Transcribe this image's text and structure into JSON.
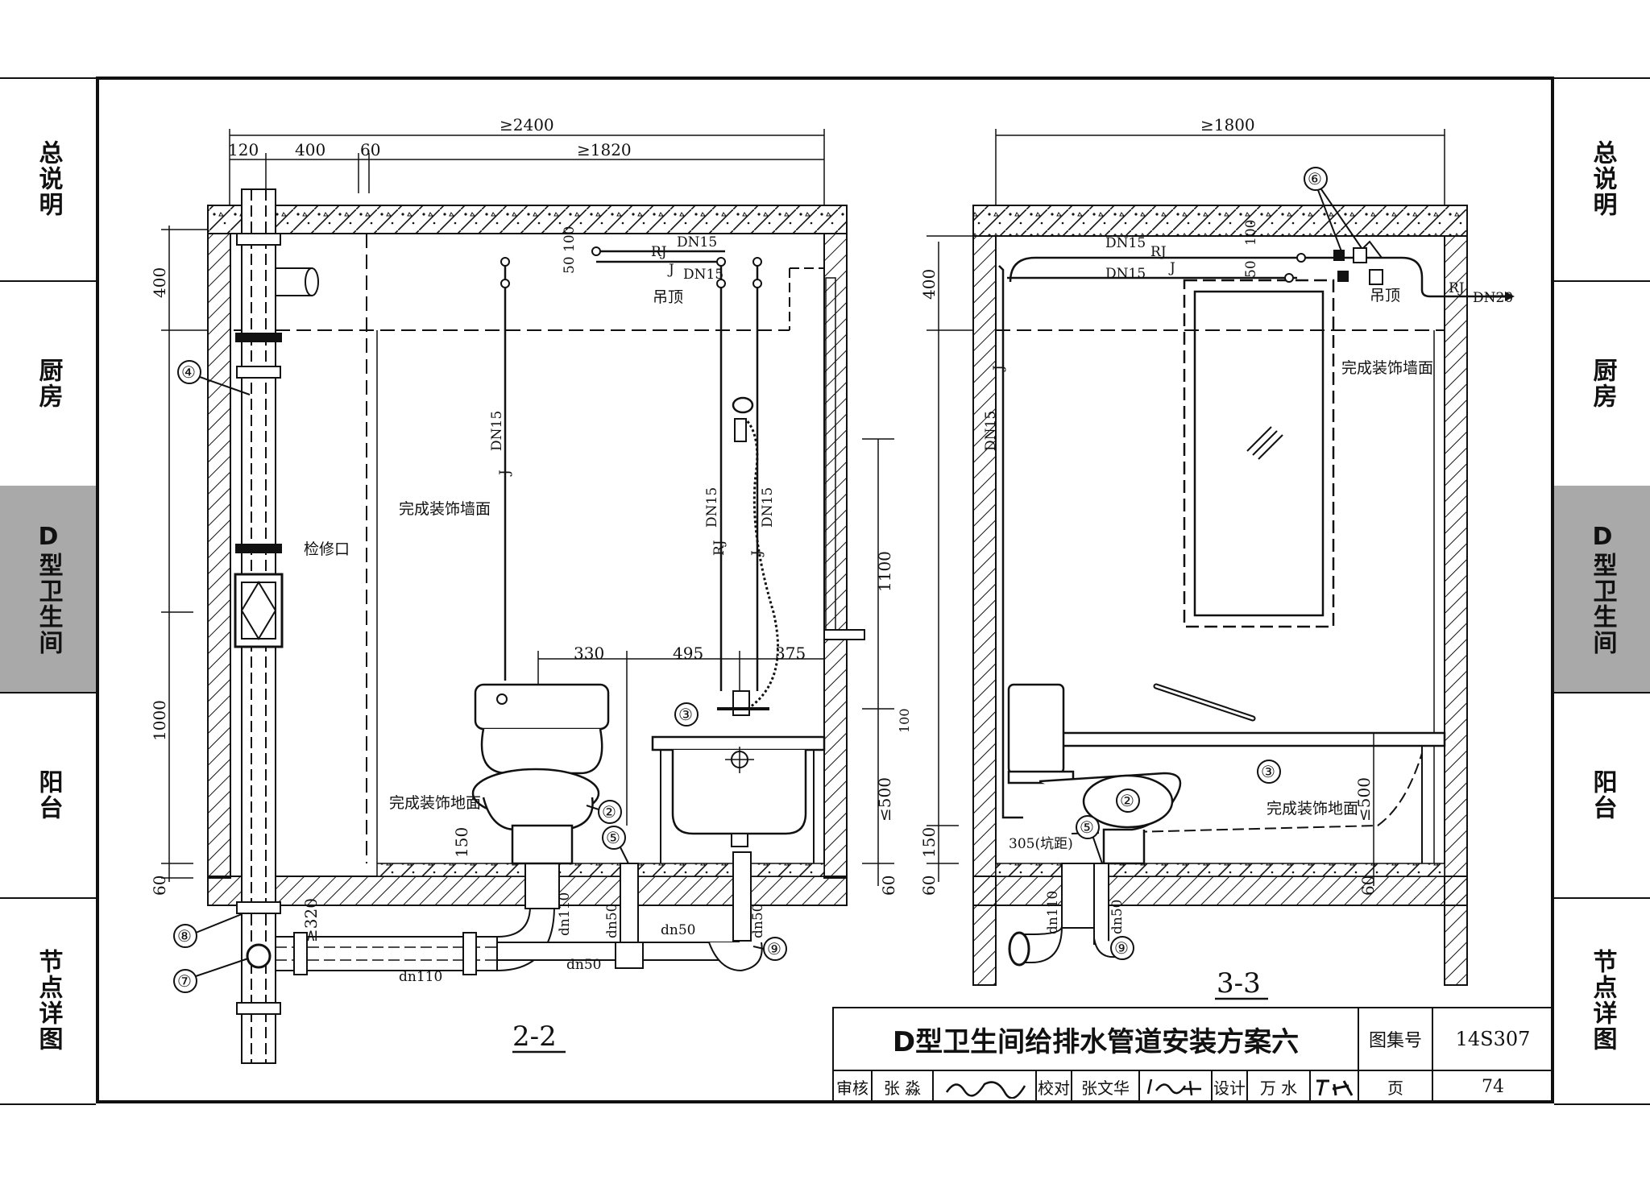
{
  "side_tabs": [
    "总说明",
    "厨房",
    "D型卫生间",
    "阳台",
    "节点详图"
  ],
  "active_tab_index": 2,
  "section_left": {
    "label": "2-2",
    "dims": {
      "overall": "≥2400",
      "d120": "120",
      "d400": "400",
      "d60": "60",
      "d1820": "≥1820",
      "h400": "400",
      "h1000": "1000",
      "h60": "60",
      "h50_100": "50 100",
      "h150": "150",
      "h1100": "1100",
      "h100": "100",
      "h500": "≤500",
      "h60b": "60",
      "d330": "330",
      "d495": "495",
      "d375": "375",
      "d320": "≥320"
    },
    "notes": {
      "ceiling": "吊顶",
      "wall_finish": "完成装饰墙面",
      "floor_finish": "完成装饰地面",
      "access": "检修口",
      "rj": "RJ",
      "j": "J",
      "dn15a": "DN15",
      "dn15b": "DN15",
      "dn15v": "DN15",
      "rj_v": "RJ",
      "dn15_rj": "DN15",
      "dn15_j": "DN15",
      "j_v": "J",
      "j_v2": "J",
      "dn110a": "dn110",
      "dn110b": "dn110",
      "dn50a": "dn50",
      "dn50b": "dn50",
      "dn50c": "dn50",
      "dn50d": "dn50"
    },
    "callouts": [
      "④",
      "②",
      "③",
      "⑤",
      "⑧",
      "⑦",
      "⑨"
    ]
  },
  "section_right": {
    "label": "3-3",
    "dims": {
      "overall": "≥1800",
      "h400": "400",
      "h150": "150",
      "h60": "60",
      "h500": "≤500",
      "h60b": "60",
      "h100": "100",
      "h50": "50"
    },
    "notes": {
      "ceiling": "吊顶",
      "wall_finish": "完成装饰墙面",
      "floor_finish": "完成装饰地面",
      "pit": "305(坑距)",
      "dn15a": "DN15",
      "dn15b": "DN15",
      "dn15v": "DN15",
      "dn20": "DN20",
      "rj": "RJ",
      "rj2": "RJ",
      "j": "J",
      "j_v": "J",
      "dn110": "dn110",
      "dn50": "dn50"
    },
    "callouts": [
      "⑥",
      "③",
      "②",
      "⑤",
      "⑨"
    ]
  },
  "title_block": {
    "title": "D型卫生间给排水管道安装方案六",
    "atlas_label": "图集号",
    "atlas_no": "14S307",
    "reviewer_label": "审核",
    "reviewer": "张 淼",
    "checker_label": "校对",
    "checker": "张文华",
    "designer_label": "设计",
    "designer": "万 水",
    "page_label": "页",
    "page_no": "74"
  }
}
